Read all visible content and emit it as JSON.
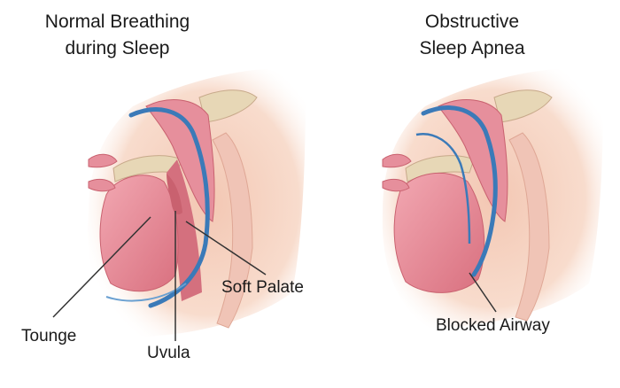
{
  "titles": {
    "normal_line1": "Normal Breathing",
    "normal_line2": "during Sleep",
    "apnea_line1": "Obstructive",
    "apnea_line2": "Sleep Apnea"
  },
  "labels": {
    "tongue": "Tounge",
    "uvula": "Uvula",
    "soft_palate": "Soft Palate",
    "blocked_airway": "Blocked Airway"
  },
  "colors": {
    "skin": "#f7d8c8",
    "tissue": "#e68f9c",
    "tissue_dark": "#c9616f",
    "bone": "#e7d7b6",
    "airflow": "#3b7ab8"
  }
}
